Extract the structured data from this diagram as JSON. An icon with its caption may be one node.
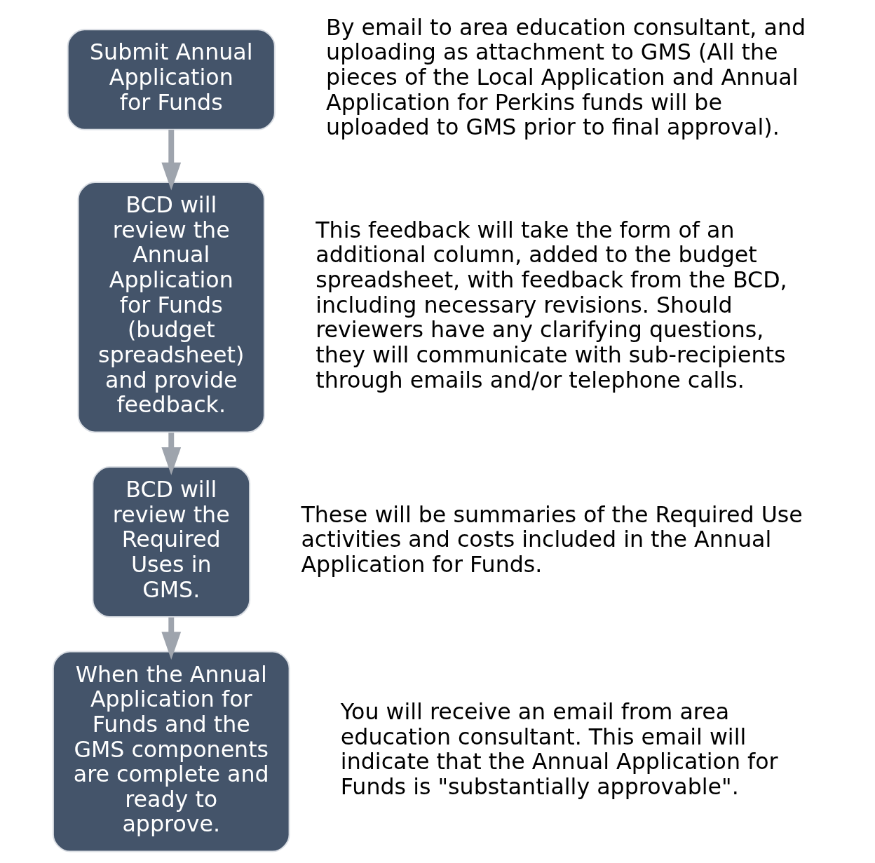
{
  "diagram": {
    "nodes": [
      {
        "text": [
          "Submit Annual Application for Funds"
        ],
        "beside": [
          "By email to area education consultant, and uploading as attachment to GMS (All the pieces of the Local Application and Annual Application for Perkins funds will be uploaded to GMS prior to final approval)."
        ]
      },
      {
        "text": [
          "BCD will review the Annual Application for Funds (budget spreadsheet) and provide feedback."
        ],
        "beside": [
          "This feedback will take the form of an additional column, added to the budget spreadsheet, with feedback from the BCD, including necessary revisions. Should reviewers have any clarifying questions, they will communicate with sub-recipients through emails and/or telephone calls."
        ]
      },
      {
        "text": [
          "BCD will review the Required Uses in GMS."
        ],
        "beside": [
          "These will be summaries of the Required Use activities and costs included in the Annual Application for Funds."
        ]
      },
      {
        "text": [
          "When the Annual Application for Funds and the GMS components are complete and ready to approve."
        ],
        "beside": [
          "You will receive an email from area education consultant. This email will indicate that the Annual Application for Funds is \"substantially approvable\"."
        ]
      }
    ],
    "edges": [
      {
        "from": 0,
        "to": 1,
        "arrow": "to"
      },
      {
        "from": 1,
        "to": 2,
        "arrow": "to"
      },
      {
        "from": 2,
        "to": 3,
        "arrow": "to"
      }
    ]
  }
}
